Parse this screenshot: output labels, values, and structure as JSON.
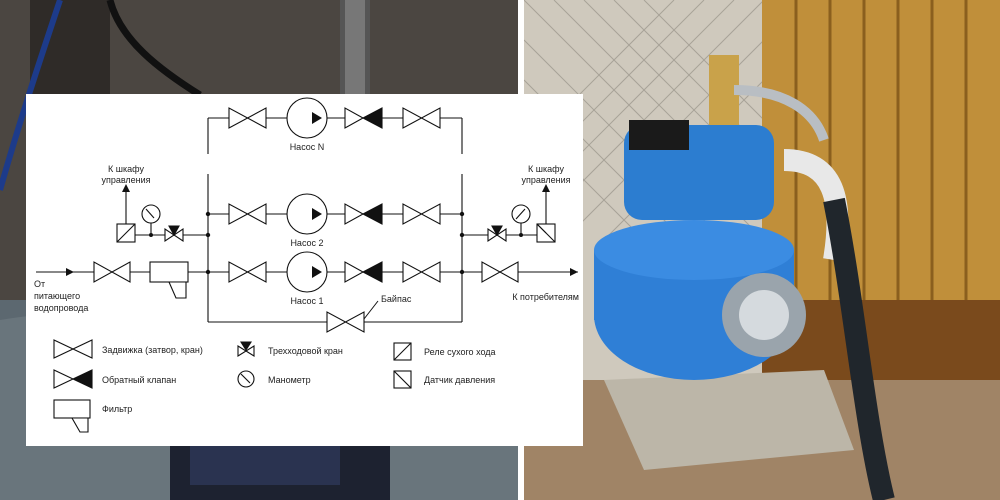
{
  "diagram": {
    "pumps": [
      "Насос N",
      "Насос 2",
      "Насос 1"
    ],
    "bypass": "Байпас",
    "left_control": [
      "К шкафу",
      "управления"
    ],
    "right_control": [
      "К шкафу",
      "управления"
    ],
    "source": [
      "От",
      "питающего",
      "водопровода"
    ],
    "consumers": "К потребителям"
  },
  "legend": {
    "valve": "Задвижка (затвор, кран)",
    "check_valve": "Обратный клапан",
    "filter": "Фильтр",
    "three_way": "Трехходовой кран",
    "gauge": "Манометр",
    "dry_run_relay": "Реле сухого хода",
    "pressure_sensor": "Датчик давления"
  }
}
